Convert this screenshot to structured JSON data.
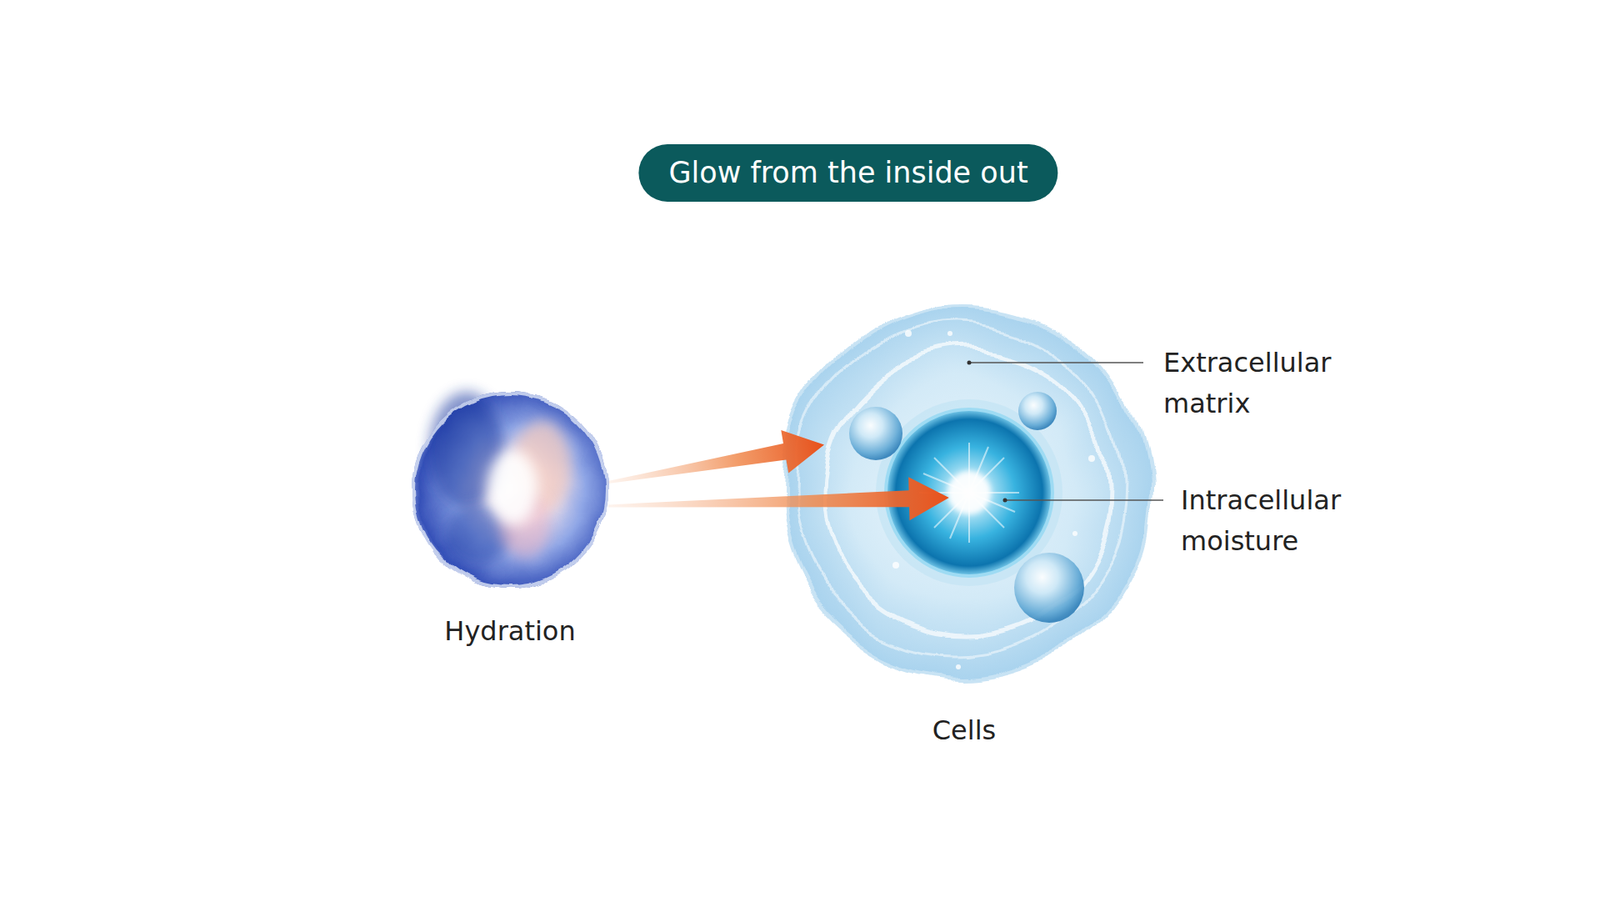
{
  "diagram": {
    "title": "Glow from the inside out",
    "nodes": [
      {
        "text": [
          "Hydration"
        ]
      },
      {
        "text": [
          "Cells"
        ]
      }
    ],
    "edges": [
      {
        "from": 0,
        "to": 1,
        "arrow": "to"
      },
      {
        "from": 0,
        "to": 1,
        "arrow": "to"
      }
    ],
    "labels": [
      "Extracellular matrix",
      "Intracellular moisture"
    ]
  }
}
